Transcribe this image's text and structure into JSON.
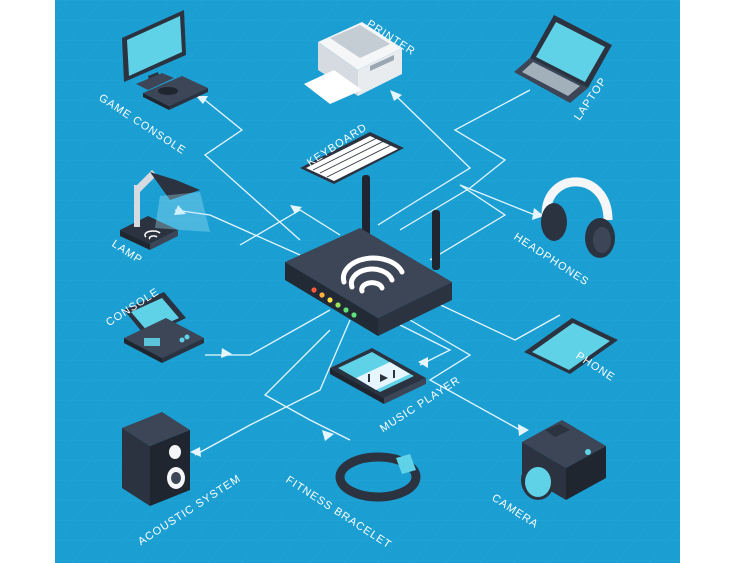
{
  "colors": {
    "background": "#1b9fd3",
    "connector": "#e6f6ff",
    "device_dark": "#2b3340",
    "device_mid": "#3c4656",
    "screen": "#5fd2e8",
    "router_led": [
      "#ff5a3c",
      "#ffb13c",
      "#ffe14a",
      "#9be35a",
      "#5fe07a"
    ]
  },
  "center": {
    "device": "router",
    "icon": "wifi-icon"
  },
  "devices": [
    {
      "id": "game-console",
      "label": "GAME CONSOLE",
      "icon": "game-console-icon"
    },
    {
      "id": "printer",
      "label": "PRINTER",
      "icon": "printer-icon"
    },
    {
      "id": "laptop",
      "label": "LAPTOP",
      "icon": "laptop-icon"
    },
    {
      "id": "keyboard",
      "label": "KEYBOARD",
      "icon": "keyboard-icon"
    },
    {
      "id": "lamp",
      "label": "LAMP",
      "icon": "lamp-icon"
    },
    {
      "id": "headphones",
      "label": "HEADPHONES",
      "icon": "headphones-icon"
    },
    {
      "id": "console",
      "label": "CONSOLE",
      "icon": "handheld-console-icon"
    },
    {
      "id": "phone",
      "label": "PHONE",
      "icon": "phone-icon"
    },
    {
      "id": "music-player",
      "label": "MUSIC PLAYER",
      "icon": "music-player-icon"
    },
    {
      "id": "acoustic-system",
      "label": "ACOUSTIC SYSTEM",
      "icon": "speaker-icon"
    },
    {
      "id": "fitness-bracelet",
      "label": "FITNESS BRACELET",
      "icon": "fitness-bracelet-icon"
    },
    {
      "id": "camera",
      "label": "CAMERA",
      "icon": "camera-icon"
    }
  ]
}
